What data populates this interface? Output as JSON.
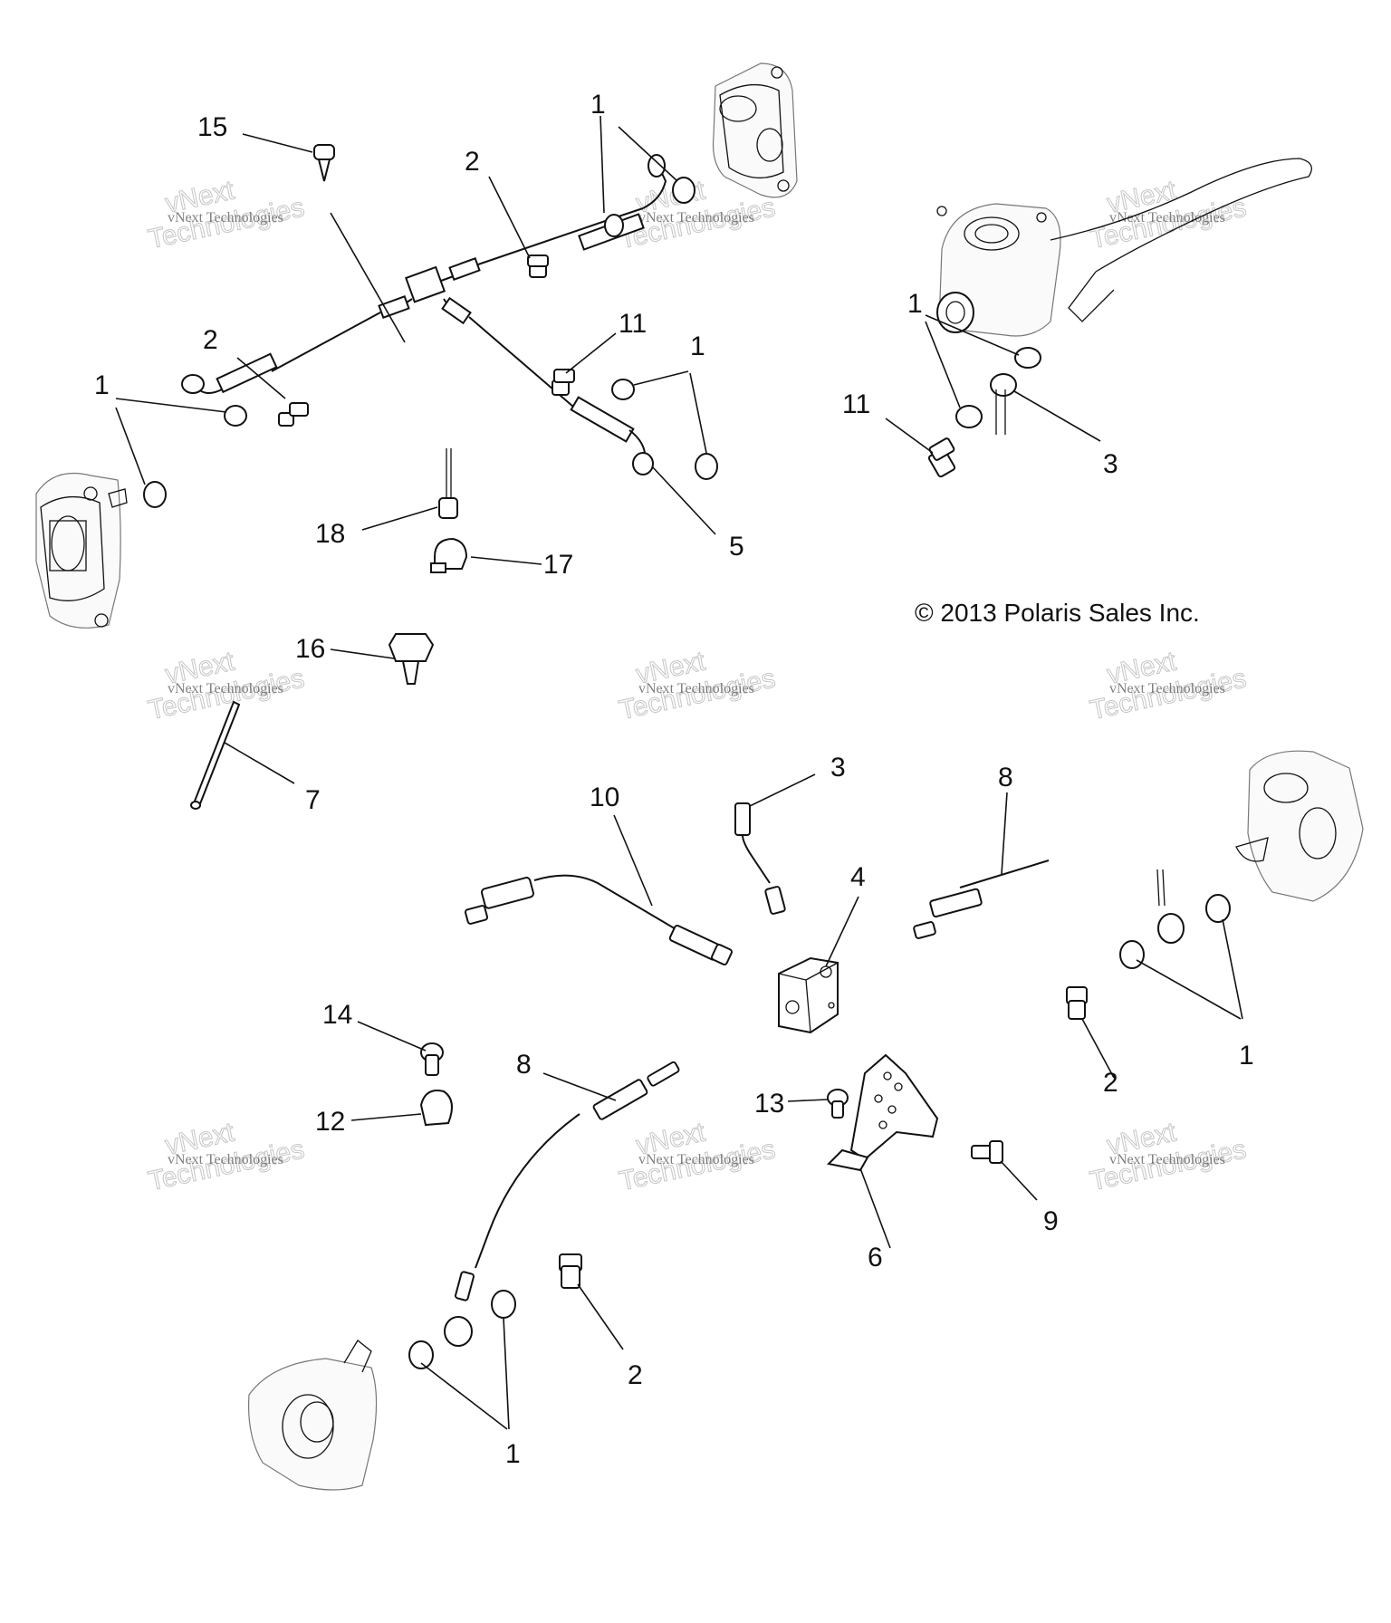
{
  "copyright": "© 2013 Polaris Sales Inc.",
  "watermark": {
    "line1": "vNext Technologies",
    "line2": "vNext",
    "line3": "Technologies"
  },
  "callouts": {
    "c1a": "1",
    "c1b": "1",
    "c1c": "1",
    "c1d": "1",
    "c1e": "1",
    "c1f": "1",
    "c2a": "2",
    "c2b": "2",
    "c2c": "2",
    "c2d": "2",
    "c3a": "3",
    "c3b": "3",
    "c4": "4",
    "c5": "5",
    "c6": "6",
    "c7": "7",
    "c8a": "8",
    "c8b": "8",
    "c9": "9",
    "c10": "10",
    "c11a": "11",
    "c11b": "11",
    "c12": "12",
    "c13": "13",
    "c14": "14",
    "c15": "15",
    "c16": "16",
    "c17": "17",
    "c18": "18"
  }
}
